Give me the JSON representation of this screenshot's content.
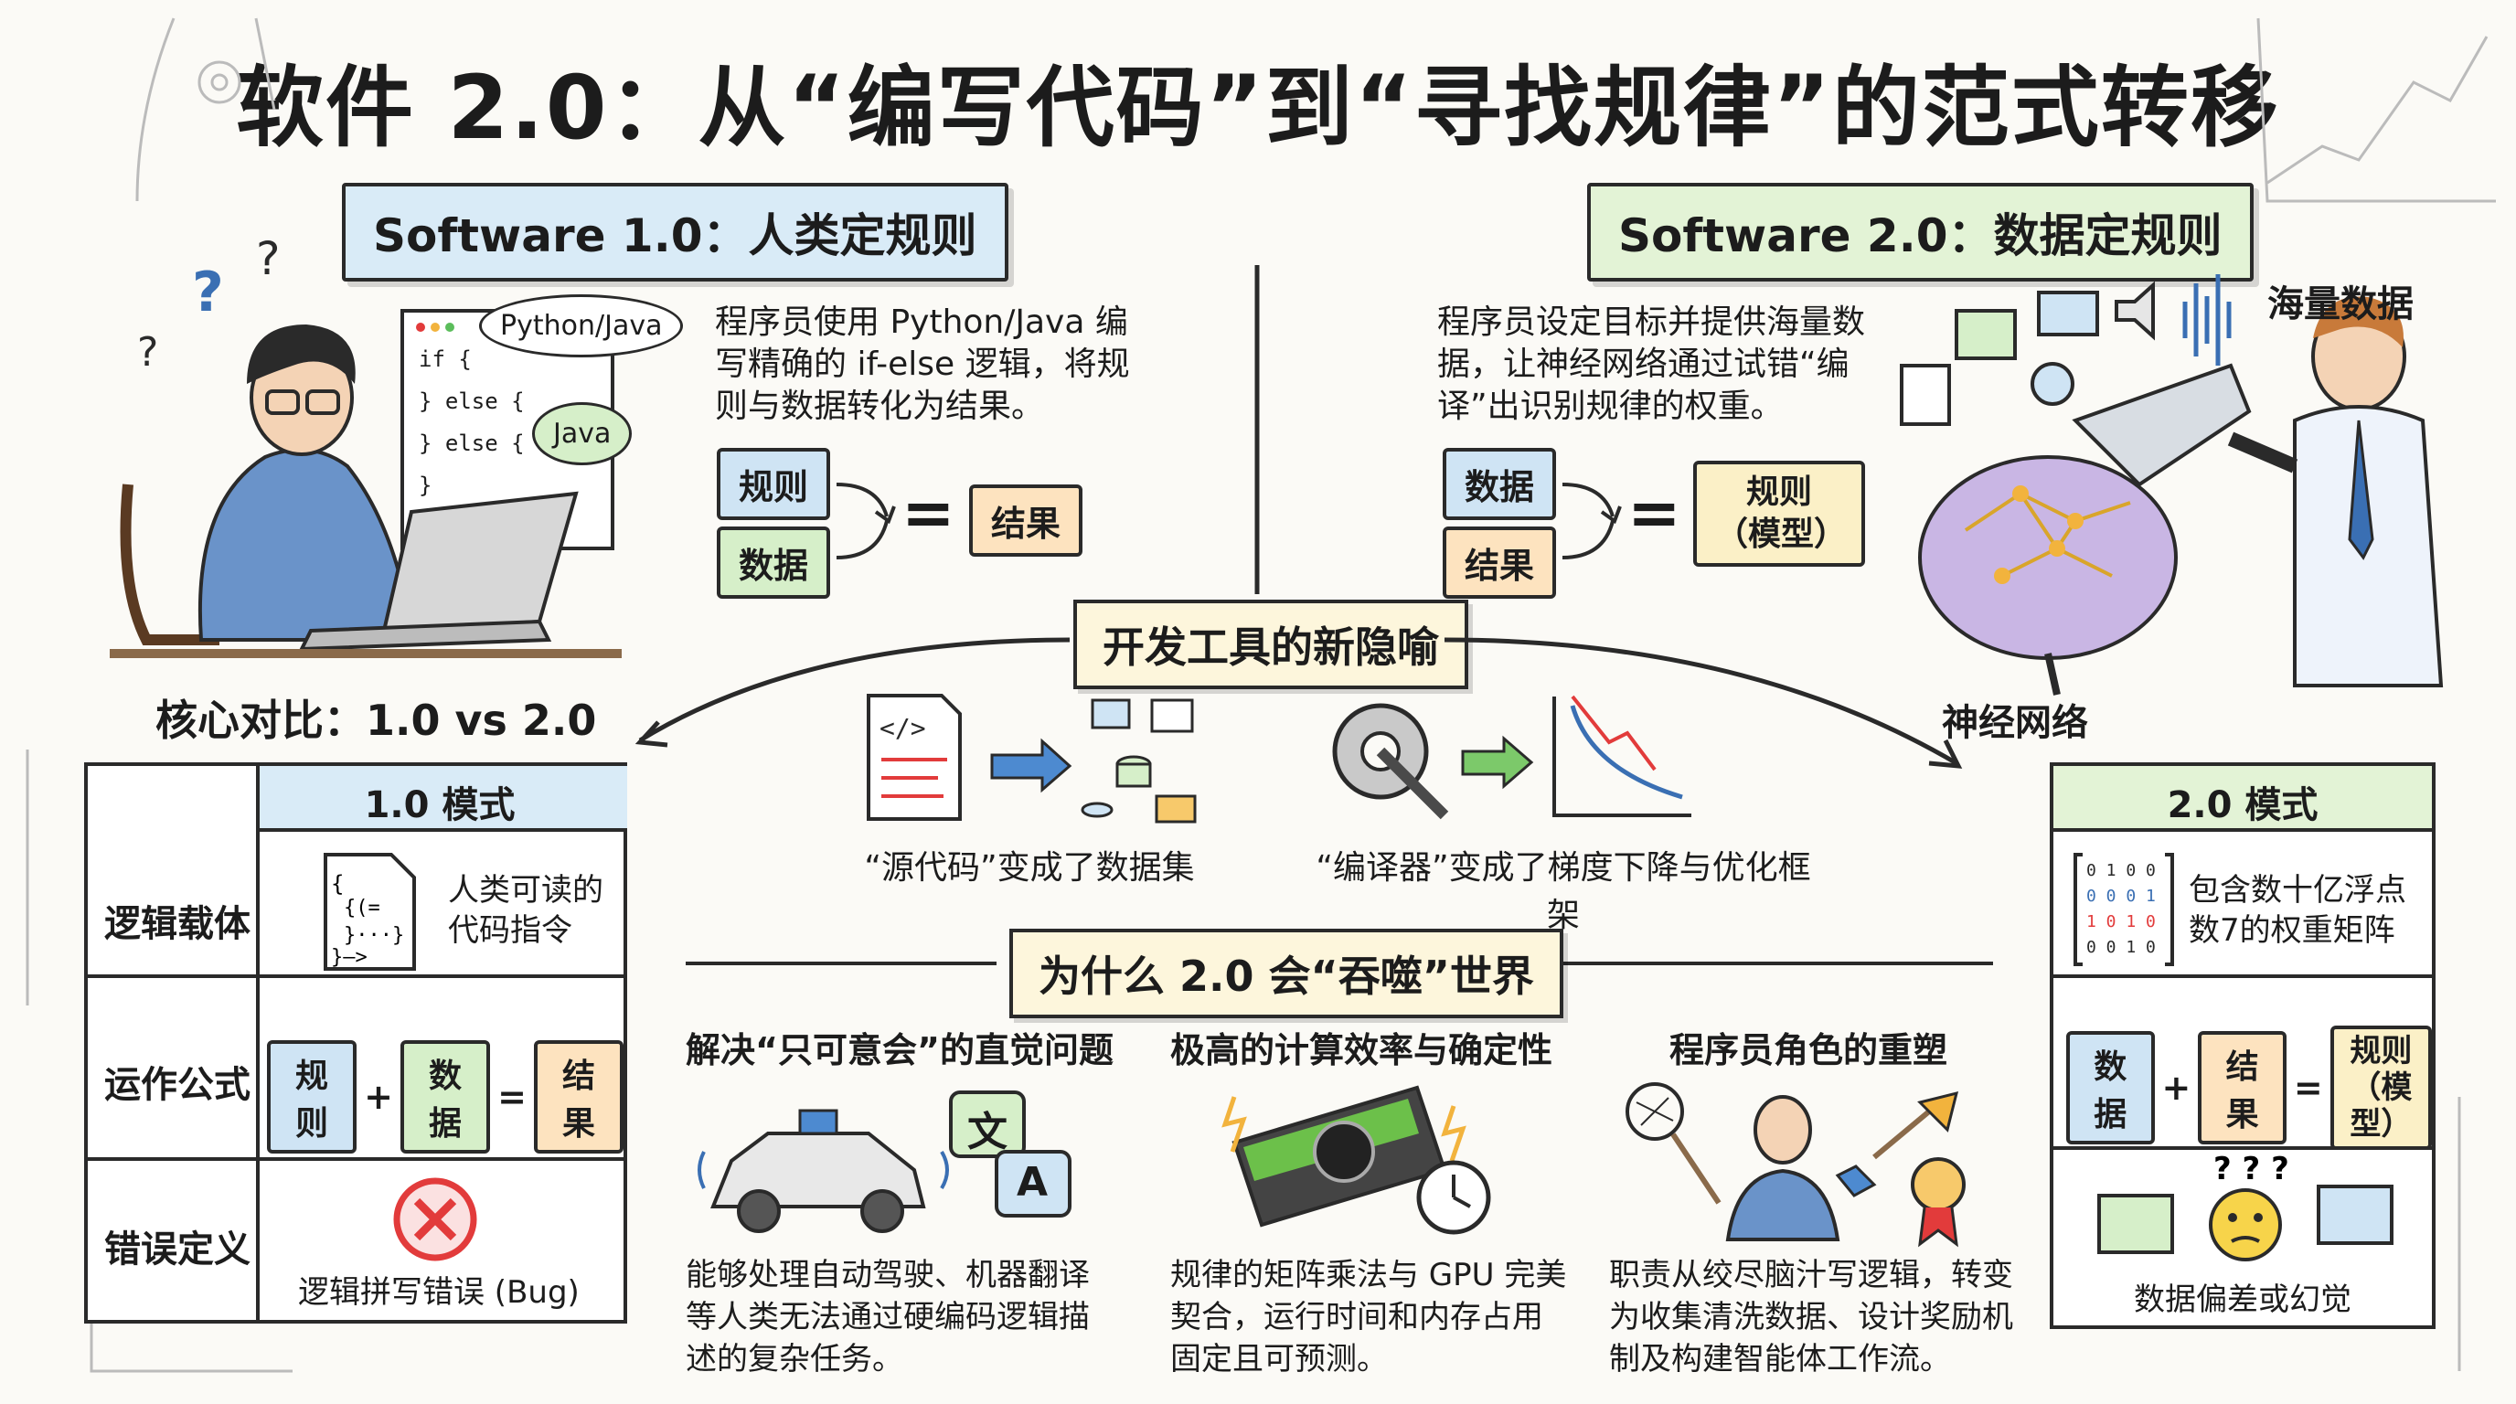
{
  "title": "软件 2.0：从“编写代码”到“寻找规律”的范式转移",
  "left_section": {
    "heading": "Software 1.0：人类定规则",
    "description": "程序员使用 Python/Java 编写精确的 if-else 逻辑，将规则与数据转化为结果。",
    "formula": {
      "input1": "规则",
      "input2": "数据",
      "equals": "=",
      "output": "结果"
    },
    "bubble1": "Python/Java",
    "bubble2": "Java",
    "code_lines": [
      "if {",
      "} else {",
      "} else {",
      "}"
    ]
  },
  "right_section": {
    "heading": "Software 2.0：数据定规则",
    "description": "程序员设定目标并提供海量数据，让神经网络通过试错“编译”出识别规律的权重。",
    "formula": {
      "input1": "数据",
      "input2": "结果",
      "equals": "=",
      "output": "规则（模型）"
    },
    "data_label": "海量数据",
    "brain_label": "神经网络"
  },
  "metaphor": {
    "heading": "开发工具的新隐喻",
    "item1": "“源代码”变成了数据集",
    "item2": "“编译器”变成了梯度下降与优化框架"
  },
  "compare": {
    "heading": "核心对比：1.0 vs 2.0",
    "col_1": "1.0 模式",
    "col_2": "2.0 模式",
    "row1_label": "逻辑载体",
    "row1_v1": "人类可读的代码指令",
    "row1_v2": "包含数十亿浮点数7的权重矩阵",
    "row2_label": "运作公式",
    "row3_label": "错误定义",
    "row3_v1": "逻辑拼写错误 (Bug)",
    "row3_v2": "数据偏差或幻觉",
    "f1": {
      "a": "规则",
      "plus": "+",
      "b": "数据",
      "eq": "=",
      "c": "结果"
    },
    "f2": {
      "a": "数据",
      "plus": "+",
      "b": "结果",
      "eq": "=",
      "c": "规则（模型）"
    }
  },
  "why": {
    "heading": "为什么 2.0 会“吞噬”世界",
    "cols": [
      {
        "title": "解决“只可意会”的直觉问题",
        "text": "能够处理自动驾驶、机器翻译等人类无法通过硬编码逻辑描述的复杂任务。"
      },
      {
        "title": "极高的计算效率与确定性",
        "text": "规律的矩阵乘法与 GPU 完美契合，运行时间和内存占用固定且可预测。"
      },
      {
        "title": "程序员角色的重塑",
        "text": "职责从绞尽脑汁写逻辑，转变为收集清洗数据、设计奖励机制及构建智能体工作流。"
      }
    ],
    "translate_a": "文",
    "translate_b": "A"
  },
  "colors": {
    "blue": "#cfe4f4",
    "green": "#d6efc9",
    "orange": "#fde3bf",
    "yellow": "#fbf0c7",
    "red": "#e23b3b"
  }
}
